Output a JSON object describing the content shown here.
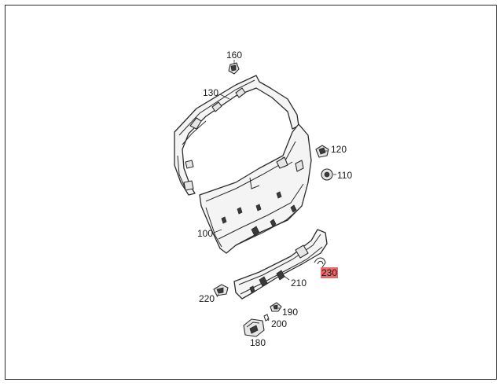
{
  "callouts": {
    "c160": "160",
    "c130": "130",
    "c120": "120",
    "c110": "110",
    "c100": "100",
    "c210": "210",
    "c230": "230",
    "c220": "220",
    "c190": "190",
    "c200": "200",
    "c180": "180"
  },
  "colors": {
    "highlight": "#e86a6a",
    "line": "#2b2b2b"
  },
  "highlighted_part": "230"
}
